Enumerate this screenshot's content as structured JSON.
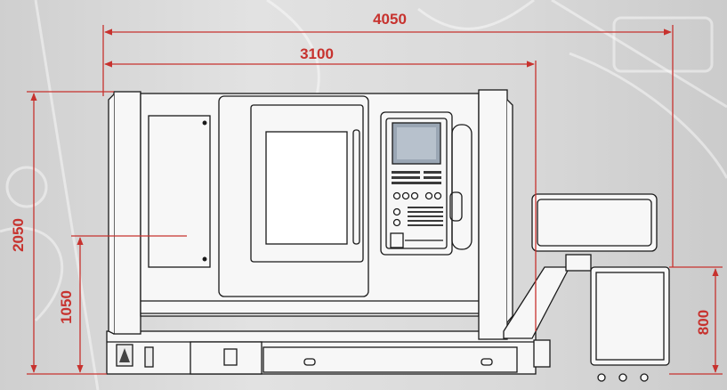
{
  "drawing": {
    "subject": "CNC turning center front elevation",
    "dimensions": {
      "overall_width": "4050",
      "machine_width": "3100",
      "overall_height": "2050",
      "spindle_height": "1050",
      "conveyor_height": "800"
    },
    "colors": {
      "background": "#d7d7d7",
      "dimension": "#c7322e",
      "outline": "#1a1a1a",
      "fill": "#f7f7f7",
      "screen": "#9aa6b4"
    }
  }
}
